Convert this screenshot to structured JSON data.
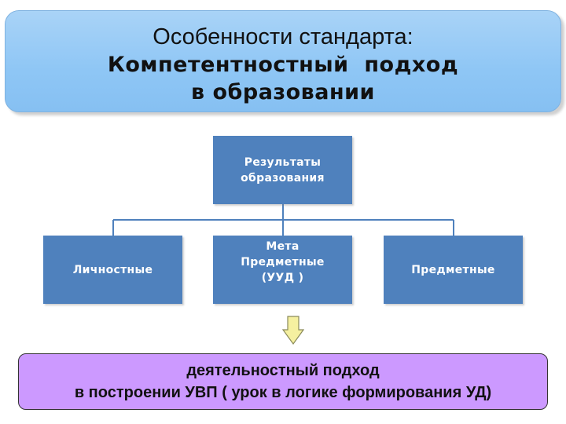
{
  "banner": {
    "line1": "Особенности стандарта:",
    "line2": "Компетентностный  подход",
    "line3": "в образовании"
  },
  "diagram": {
    "root": "Результаты образования",
    "children": [
      "Личностные",
      "Мета Предметные (УУД )",
      "Предметные"
    ]
  },
  "conclusion": {
    "line1": "деятельностный подход",
    "line2": "в построении УВП ( урок в логике формирования УД)"
  },
  "colors": {
    "banner": "#8ec6f5",
    "box": "#4f81bd",
    "connector": "#4f81bd",
    "arrow": "#f5f0a0",
    "conclusion": "#cc99ff"
  },
  "icons": {
    "arrow": "down-arrow-icon"
  }
}
